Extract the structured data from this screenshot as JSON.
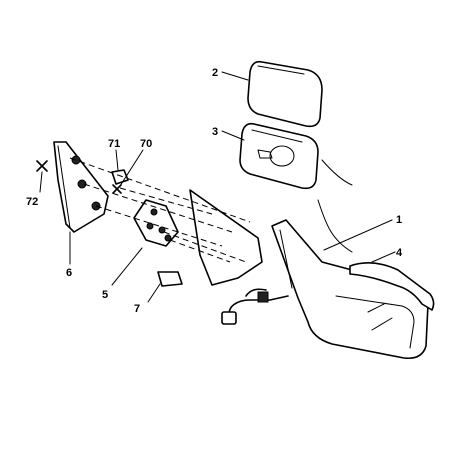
{
  "diagram": {
    "callouts": {
      "c1": "1",
      "c2": "2",
      "c3": "3",
      "c4": "4",
      "c5": "5",
      "c6": "6",
      "c7": "7",
      "c70": "70",
      "c71": "71",
      "c72": "72"
    },
    "parts": [
      "outside-mirror-assembly",
      "mirror-glass",
      "mirror-glass-backing-plate",
      "mirror-housing-cover",
      "mirror-mounting-bracket",
      "trim-bezel",
      "foam-pad",
      "bolt",
      "insulator",
      "screw"
    ]
  }
}
